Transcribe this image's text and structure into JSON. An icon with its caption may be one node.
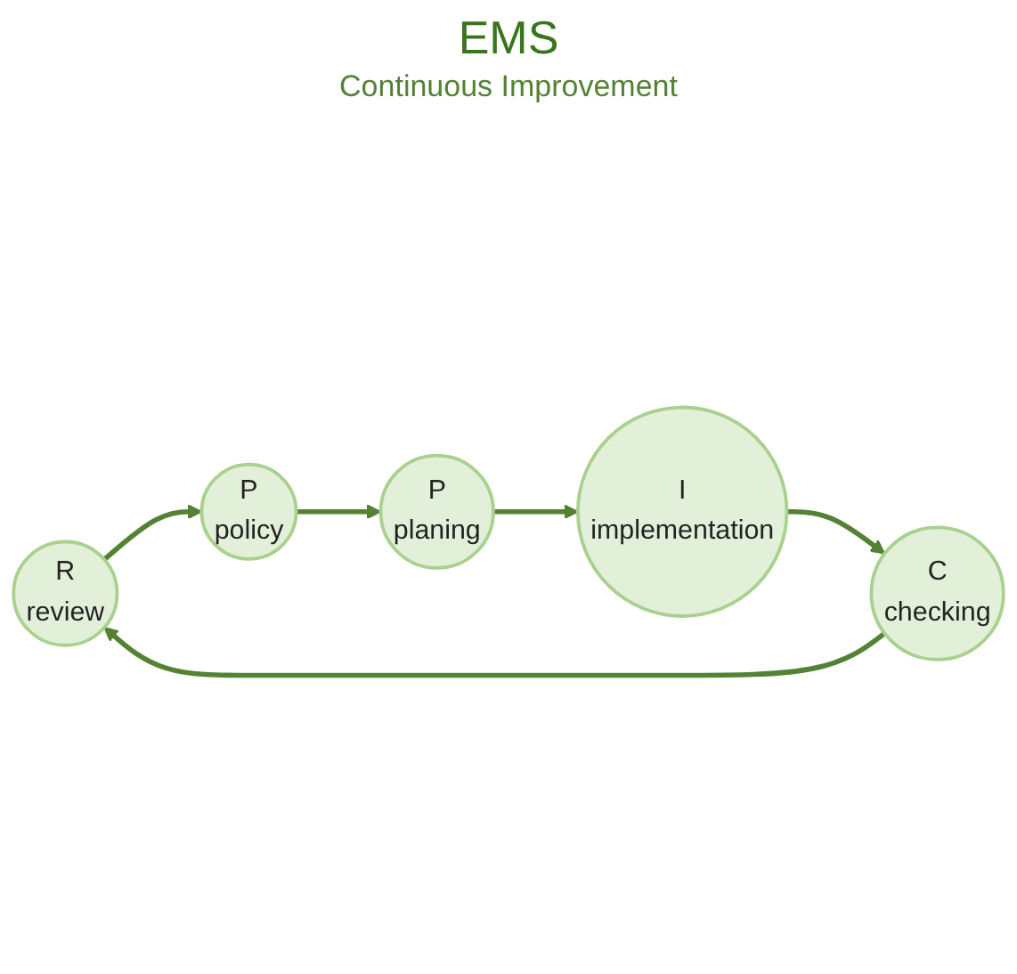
{
  "diagram": {
    "title": "EMS",
    "nodes": [
      {
        "text": [
          "R",
          "review"
        ]
      },
      {
        "text": [
          "P",
          "policy"
        ]
      },
      {
        "text": [
          "P",
          "planing"
        ]
      },
      {
        "text": [
          "I",
          "implementation"
        ]
      },
      {
        "text": [
          "C",
          "checking"
        ]
      }
    ],
    "edges": [
      {
        "from": 0,
        "to": 1,
        "arrow": "to"
      },
      {
        "from": 1,
        "to": 2,
        "arrow": "to"
      },
      {
        "from": 2,
        "to": 3,
        "arrow": "to"
      },
      {
        "from": 3,
        "to": 4,
        "arrow": "to"
      },
      {
        "from": 4,
        "to": 0,
        "arrow": "to"
      }
    ],
    "labels": [
      "Continuous Improvement"
    ]
  }
}
